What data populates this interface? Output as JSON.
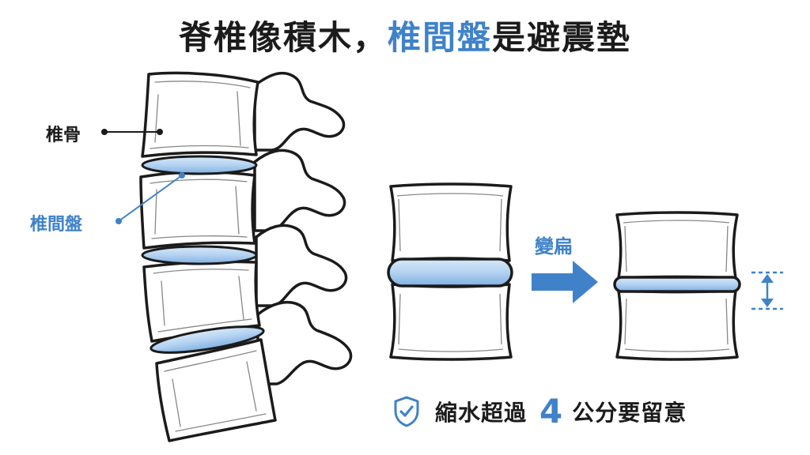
{
  "title": {
    "part1": "脊椎像積木，",
    "highlight": "椎間盤",
    "part2": "是避震墊"
  },
  "labels": {
    "vertebra": "椎骨",
    "disc": "椎間盤",
    "flatten": "變扁"
  },
  "footer": {
    "pre": "縮水超過",
    "number": "4",
    "post": "公分要留意"
  },
  "icons": {
    "arrow": "right-arrow-icon",
    "shield": "shield-check-icon",
    "height": "double-arrow-height-icon"
  },
  "colors": {
    "accent": "#3f82c9",
    "disc_fill": "#b9d6f3",
    "outline": "#1b1b1b"
  }
}
